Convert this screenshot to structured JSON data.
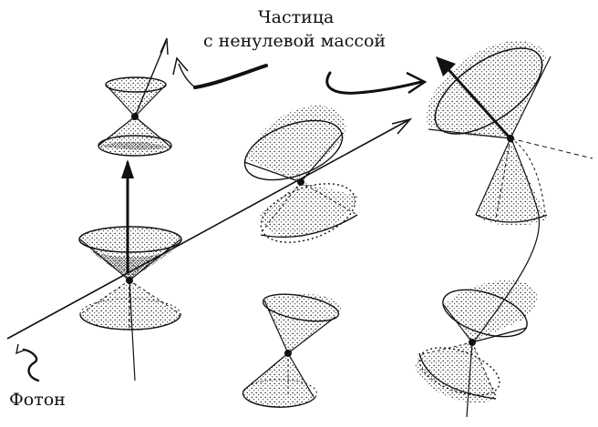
{
  "labels": {
    "particle_line1": "Частица",
    "particle_line2": "с ненулевой массой",
    "photon": "Фотон"
  },
  "style": {
    "ink": "#111111",
    "stipple": "#222222",
    "background": "#ffffff"
  }
}
